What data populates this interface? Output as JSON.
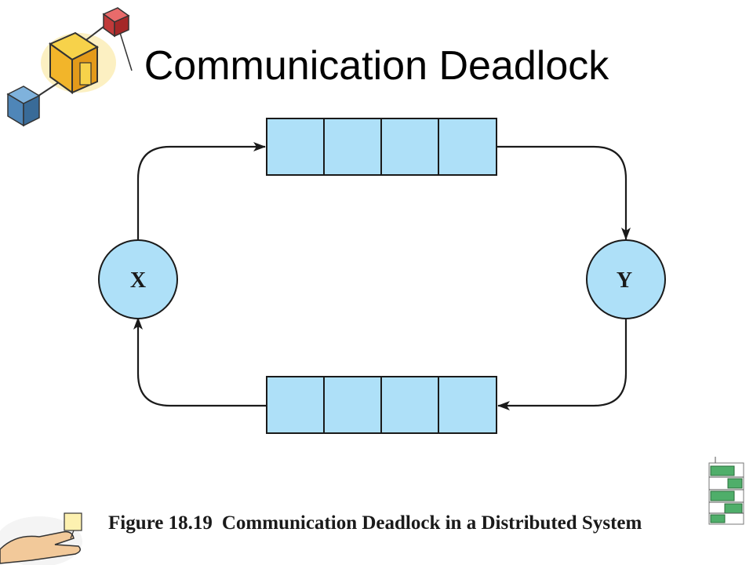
{
  "slide": {
    "title": "Communication Deadlock"
  },
  "diagram": {
    "nodes": [
      {
        "id": "x",
        "label": "X"
      },
      {
        "id": "y",
        "label": "Y"
      }
    ],
    "queues": [
      {
        "id": "queue-x-to-y",
        "from": "X",
        "to": "Y",
        "slots": 4
      },
      {
        "id": "queue-y-to-x",
        "from": "Y",
        "to": "X",
        "slots": 4
      }
    ],
    "colors": {
      "fill": "#aee0f8",
      "stroke": "#1a1a1a"
    }
  },
  "caption": {
    "label": "Figure 18.19",
    "text": "Communication Deadlock in a Distributed System"
  },
  "decorations": {
    "top_left": "cube-network-icon",
    "bottom_left": "hand-cursor-icon",
    "bottom_right": "brick-wall-icon"
  }
}
